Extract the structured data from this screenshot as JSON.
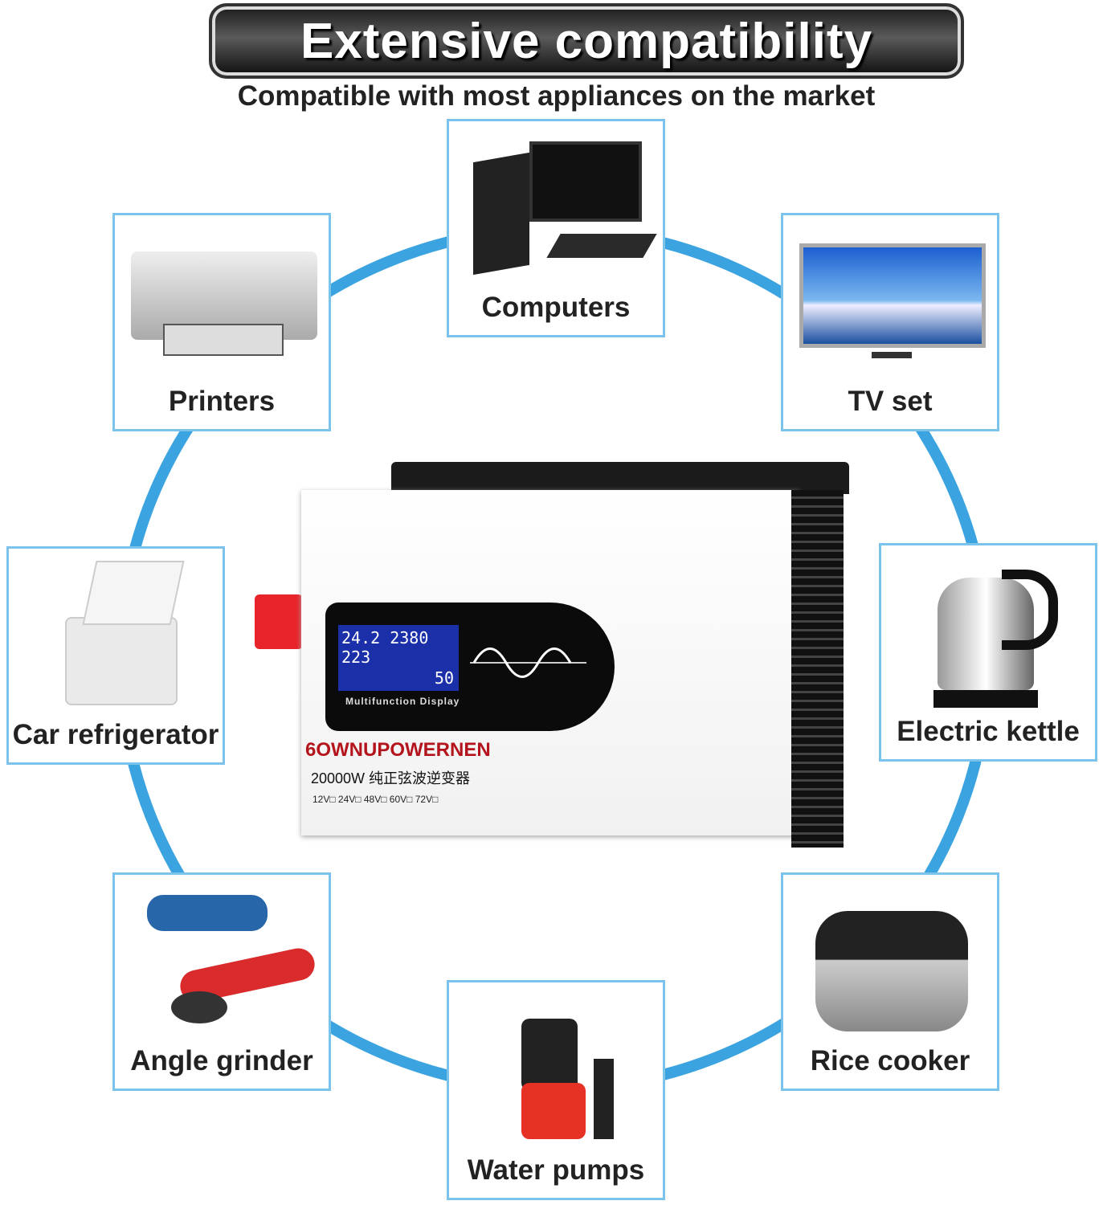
{
  "title": "Extensive compatibility",
  "subtitle": "Compatible with most appliances on the market",
  "accent_color": "#3aa3e0",
  "cards": [
    {
      "label": "Computers",
      "icon": "computer-icon"
    },
    {
      "label": "Printers",
      "icon": "printer-icon"
    },
    {
      "label": "TV set",
      "icon": "tv-icon"
    },
    {
      "label": "Car refrigerator",
      "icon": "cooler-icon"
    },
    {
      "label": "Electric kettle",
      "icon": "kettle-icon"
    },
    {
      "label": "Angle grinder",
      "icon": "drill-grinder-icon"
    },
    {
      "label": "Rice cooker",
      "icon": "rice-cooker-icon"
    },
    {
      "label": "Water pumps",
      "icon": "water-pump-icon"
    }
  ],
  "inverter": {
    "display": {
      "dc_voltage": "24.2",
      "power": "2380",
      "ac_voltage": "223",
      "frequency": "50"
    },
    "display_label": "Multifunction Display",
    "brand": "6OWNUPOWERNEN",
    "model": "20000W 纯正弦波逆变器",
    "voltages": "12V□ 24V□ 48V□ 60V□ 72V□"
  }
}
